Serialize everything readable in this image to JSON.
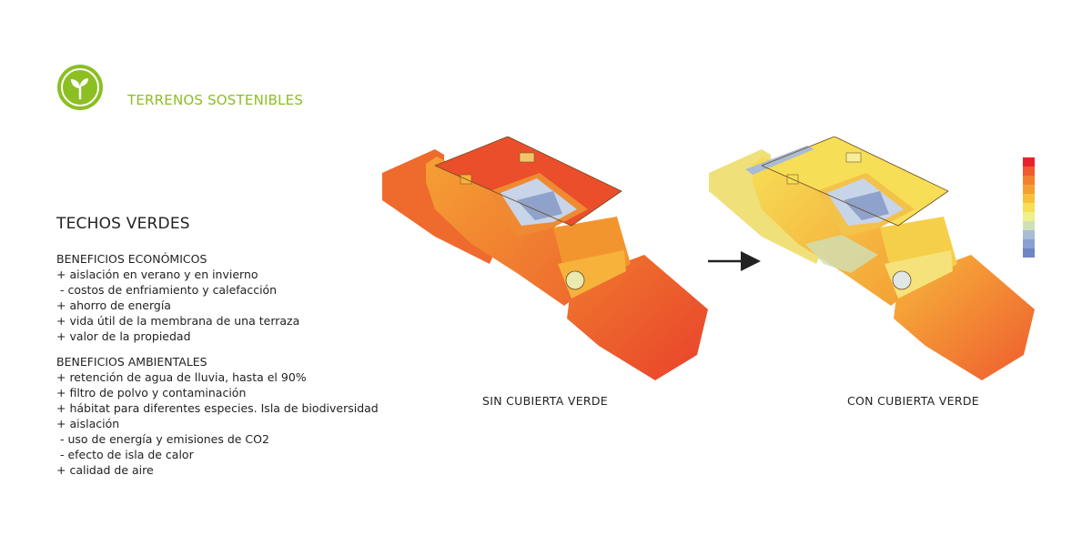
{
  "section": {
    "title": "TERRENOS SOSTENIBLES",
    "icon": "sprout-icon",
    "accent_color": "#8cbf22"
  },
  "content": {
    "heading": "TECHOS VERDES",
    "groups": [
      {
        "title": "BENEFICIOS ECONÓMICOS",
        "items": [
          "+ aislación en verano y en invierno",
          " - costos de enfriamiento y calefacción",
          "+ ahorro de energía",
          "+ vida útil de la membrana de una terraza",
          "+ valor de la propiedad"
        ]
      },
      {
        "title": "BENEFICIOS AMBIENTALES",
        "items": [
          "+ retención de agua de lluvia, hasta el 90%",
          "+ filtro de polvo y contaminación",
          "+ hábitat para diferentes especies. Isla de biodiversidad",
          "+ aislación",
          " - uso de energía y emisiones de CO2",
          " - efecto de isla de calor",
          "+ calidad de aire"
        ]
      }
    ]
  },
  "comparison": {
    "before_label": "SIN CUBIERTA VERDE",
    "after_label": "CON CUBIERTA VERDE",
    "arrow_icon": "right-arrow-icon"
  },
  "heat_scale": {
    "colors": [
      "#e8222b",
      "#ee5b2e",
      "#f2802f",
      "#f5a034",
      "#f8c13b",
      "#f6de56",
      "#eff08a",
      "#cfe0b8",
      "#a9bcd6",
      "#8aa0d0",
      "#6f86c4"
    ]
  }
}
